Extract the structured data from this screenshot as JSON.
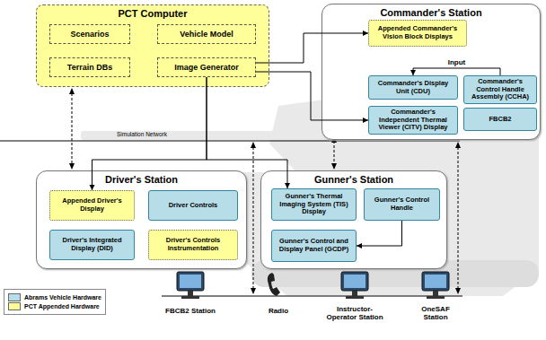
{
  "diagram": {
    "nodes": [
      {
        "text": [
          "PCT Computer"
        ]
      },
      {
        "text": [
          "Scenarios"
        ],
        "in": 0
      },
      {
        "text": [
          "Vehicle Model"
        ],
        "in": 0
      },
      {
        "text": [
          "Terrain DBs"
        ],
        "in": 0
      },
      {
        "text": [
          "Image Generator"
        ],
        "in": 0
      },
      {
        "text": [
          "Commander's Station"
        ]
      },
      {
        "text": [
          "Appended Commander's Vision Block Displays"
        ],
        "in": 5
      },
      {
        "text": [
          "Commander's Display Unit (CDU)"
        ],
        "in": 5
      },
      {
        "text": [
          "Commander's Control Handle Assembly (CCHA)"
        ],
        "in": 5
      },
      {
        "text": [
          "Commander's Independent Thermal Viewer (CITV) Display"
        ],
        "in": 5
      },
      {
        "text": [
          "FBCB2"
        ],
        "in": 5
      },
      {
        "text": [
          "Driver's Station"
        ]
      },
      {
        "text": [
          "Appended Driver's Display"
        ],
        "in": 11
      },
      {
        "text": [
          "Driver Controls"
        ],
        "in": 11
      },
      {
        "text": [
          "Driver's Integrated Display (DID)"
        ],
        "in": 11
      },
      {
        "text": [
          "Driver's Controls Instrumentation"
        ],
        "in": 11
      },
      {
        "text": [
          "Gunner's Station"
        ]
      },
      {
        "text": [
          "Gunner's Thermal Imaging System (TIS) Display"
        ],
        "in": 16
      },
      {
        "text": [
          "Gunner's Control Handle"
        ],
        "in": 16
      },
      {
        "text": [
          "Gunner's Control and Display Panel (GCDP)"
        ],
        "in": 16
      }
    ],
    "edges": [
      {
        "from": 4,
        "to": 6,
        "arrow": "to"
      },
      {
        "from": 4,
        "to": 9,
        "arrow": "to"
      },
      {
        "from": 4,
        "to": 12,
        "arrow": "to"
      },
      {
        "from": 4,
        "to": 17,
        "arrow": "to"
      },
      {
        "from": 8,
        "to": 7,
        "label": "Input",
        "arrow": "to"
      },
      {
        "from": 18,
        "to": 19,
        "arrow": "to"
      }
    ],
    "labels": [
      "Simulation Network",
      "FBCB2 Station",
      "Radio",
      "Instructor-Operator Station",
      "OneSAF Station"
    ],
    "legend": [
      {
        "text": "Abrams Vehicle Hardware",
        "color": "#b7dee8"
      },
      {
        "text": "PCT Appended Hardware",
        "color": "#ffff99"
      }
    ]
  }
}
